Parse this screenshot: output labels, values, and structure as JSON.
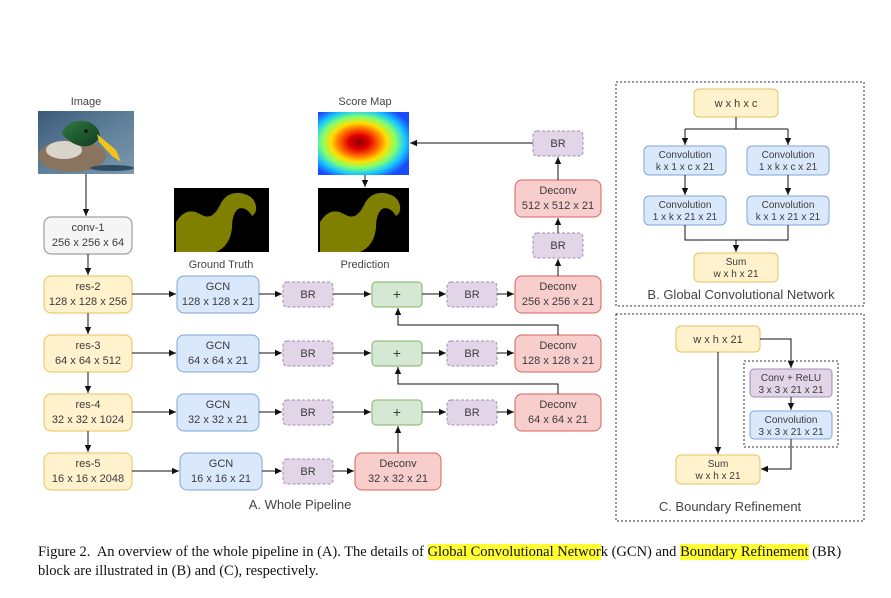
{
  "colors": {
    "yellow_fill": "#fff2cc",
    "yellow_stroke": "#e6c35c",
    "blue_fill": "#dae8fc",
    "blue_stroke": "#7ea6d9",
    "red_fill": "#f8cecc",
    "red_stroke": "#d9625c",
    "purple_fill": "#e1d5e7",
    "purple_stroke": "#a38bb5",
    "green_fill": "#d5e8d4",
    "green_stroke": "#82b366",
    "gray_fill": "#f5f5f5",
    "gray_stroke": "#8a8a8a",
    "highlight": "#ffff33"
  },
  "images": {
    "image_label": "Image",
    "score_map_label": "Score Map",
    "ground_truth_label": "Ground Truth",
    "prediction_label": "Prediction"
  },
  "pipeline": {
    "title": "A. Whole Pipeline",
    "conv1": [
      "conv-1",
      "256 x 256 x 64"
    ],
    "res2": [
      "res-2",
      "128 x 128 x 256"
    ],
    "res3": [
      "res-3",
      "64 x 64 x 512"
    ],
    "res4": [
      "res-4",
      "32 x 32 x 1024"
    ],
    "res5": [
      "res-5",
      "16 x 16 x 2048"
    ],
    "gcn2": [
      "GCN",
      "128 x 128 x 21"
    ],
    "gcn3": [
      "GCN",
      "64 x 64 x 21"
    ],
    "gcn4": [
      "GCN",
      "32 x 32 x 21"
    ],
    "gcn5": [
      "GCN",
      "16 x 16 x 21"
    ],
    "br": "BR",
    "plus": "+",
    "deconv5": [
      "Deconv",
      "32 x 32 x 21"
    ],
    "deconv4": [
      "Deconv",
      "64 x 64 x 21"
    ],
    "deconv3": [
      "Deconv",
      "128 x 128 x 21"
    ],
    "deconv2": [
      "Deconv",
      "256 x 256 x 21"
    ],
    "deconv1": [
      "Deconv",
      "512 x 512 x 21"
    ]
  },
  "gcn_block": {
    "title": "B. Global Convolutional Network",
    "input": "w x h x c",
    "left1": [
      "Convolution",
      "k x 1 x c x 21"
    ],
    "right1": [
      "Convolution",
      "1 x k x c x 21"
    ],
    "left2": [
      "Convolution",
      "1 x k x 21 x 21"
    ],
    "right2": [
      "Convolution",
      "k x 1 x 21 x 21"
    ],
    "sum": [
      "Sum",
      "w x h x 21"
    ]
  },
  "br_block": {
    "title": "C. Boundary Refinement",
    "input": "w x h x 21",
    "conv_relu": [
      "Conv + ReLU",
      "3 x 3 x 21 x 21"
    ],
    "conv": [
      "Convolution",
      "3 x 3 x 21 x 21"
    ],
    "sum": [
      "Sum",
      "w x h x 21"
    ]
  },
  "caption": {
    "lead": "Figure 2.",
    "text1": "An overview of the whole pipeline in (A). The details of ",
    "hl1a": "Global Convolutional Networ",
    "text2": "k (GCN) and ",
    "hl2": "Boundary Refinement",
    "text3": " (BR) block are illustrated in (B) and (C), respectively."
  }
}
